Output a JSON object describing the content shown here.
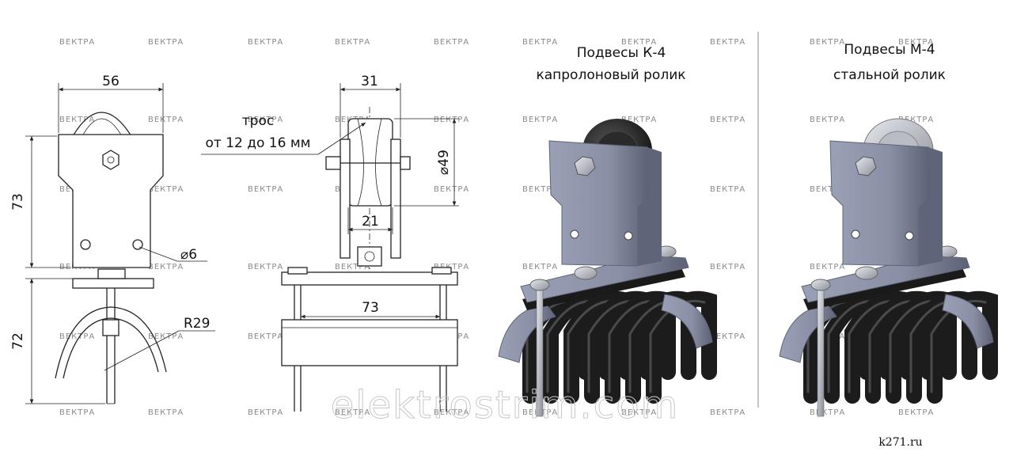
{
  "watermark": {
    "label": "ВЕКТРА",
    "site_overlay": "elektrostrim.com"
  },
  "front_view": {
    "dim_width": "56",
    "dim_upper_height": "73",
    "dim_lower_height": "72",
    "dim_hole": "⌀6",
    "dim_radius": "R29"
  },
  "side_view": {
    "dim_width": "31",
    "cable_label_line1": "трос",
    "cable_label_line2": "от 12 до 16 мм",
    "dim_roller_diameter": "⌀49",
    "dim_groove": "21",
    "dim_clamp_width": "73"
  },
  "product_k4": {
    "title_line1": "Подвесы К-4",
    "title_line2": "капролоновый ролик",
    "roller_color": "#2a2a2a"
  },
  "product_m4": {
    "title_line1": "Подвесы М-4",
    "title_line2": "стальной ролик",
    "roller_color": "#b9bcc4"
  },
  "source": "k271.ru",
  "colors": {
    "plate": "#8e93a8",
    "plate_dark": "#5f6478",
    "cable": "#1c1c1c",
    "cable_hi": "#4a4a4a"
  }
}
